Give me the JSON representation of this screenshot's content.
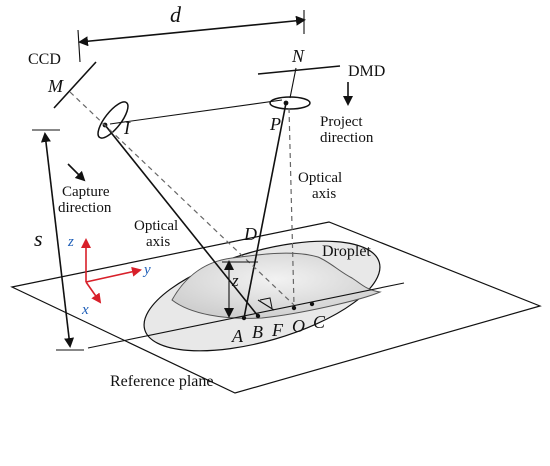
{
  "labels": {
    "d": "d",
    "ccd": "CCD",
    "m": "M",
    "n": "N",
    "dmd": "DMD",
    "p": "P",
    "i": "I",
    "project_dir_1": "Project",
    "project_dir_2": "direction",
    "capture_dir_1": "Capture",
    "capture_dir_2": "direction",
    "optical_axis_left_1": "Optical",
    "optical_axis_left_2": "axis",
    "optical_axis_right_1": "Optical",
    "optical_axis_right_2": "axis",
    "s": "s",
    "d_point": "D",
    "droplet": "Droplet",
    "z_height": "z",
    "axis_z": "z",
    "axis_y": "y",
    "axis_x": "x",
    "a": "A",
    "b": "B",
    "f": "F",
    "o": "O",
    "c": "C",
    "reference_plane": "Reference plane"
  },
  "colors": {
    "axis_red": "#d8202a",
    "axis_label_blue": "#1f5fb8",
    "droplet_fill": "#e3e3e3",
    "line": "#111111"
  }
}
